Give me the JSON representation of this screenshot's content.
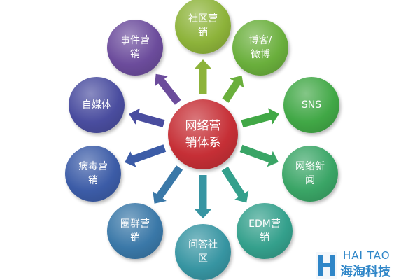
{
  "center": {
    "line1": "网络营",
    "line2": "销体系",
    "color": "#c62f36"
  },
  "nodes": [
    {
      "id": "shequ",
      "line1": "社区营",
      "line2": "销",
      "color": "#8db33a"
    },
    {
      "id": "boke",
      "line1": "博客/",
      "line2": "微博",
      "color": "#6aaf3c"
    },
    {
      "id": "sns",
      "line1": "SNS",
      "line2": "",
      "color": "#41a846"
    },
    {
      "id": "wangluo",
      "line1": "网络新",
      "line2": "闻",
      "color": "#3aa566"
    },
    {
      "id": "edm",
      "line1": "EDM营",
      "line2": "销",
      "color": "#34a08c"
    },
    {
      "id": "wenda",
      "line1": "问答社",
      "line2": "区",
      "color": "#3795a2"
    },
    {
      "id": "quanqun",
      "line1": "圈群营",
      "line2": "销",
      "color": "#3a78a8"
    },
    {
      "id": "bingdu",
      "line1": "病毒营",
      "line2": "销",
      "color": "#3c5ca7"
    },
    {
      "id": "zimeiti",
      "line1": "自媒体",
      "line2": "",
      "color": "#4a4d9f"
    },
    {
      "id": "shijian",
      "line1": "事件营",
      "line2": "销",
      "color": "#6c4c9c"
    }
  ],
  "logo": {
    "top_text": "HAI TAO",
    "bottom_text": "海淘科技",
    "color": "#2f86c8"
  }
}
